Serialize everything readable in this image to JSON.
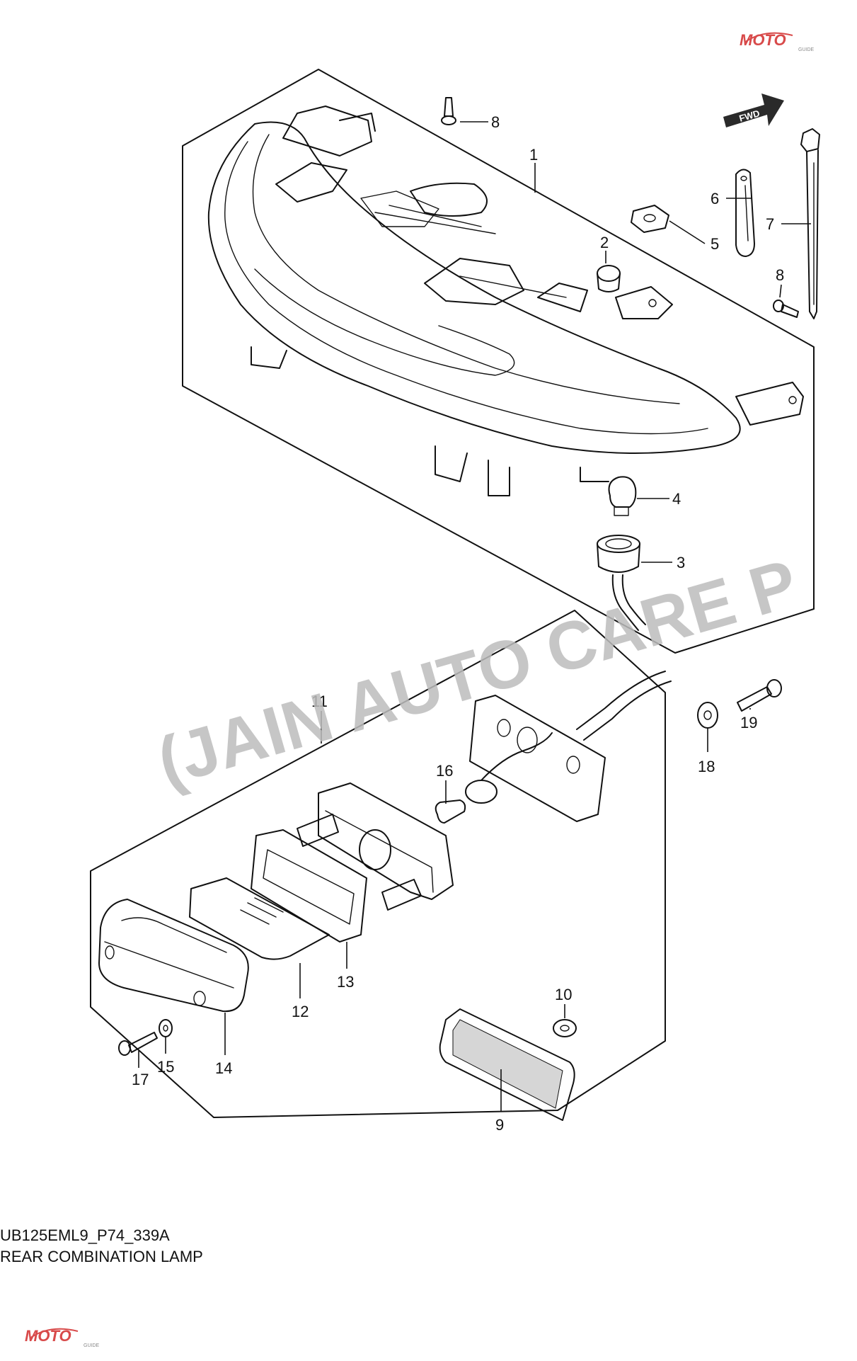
{
  "watermark": {
    "text": "(JAIN AUTO CARE P"
  },
  "logo": {
    "text": "MOTO",
    "sub": "GUIDE"
  },
  "diagram": {
    "code": "UB125EML9_P74_339A",
    "title": "REAR COMBINATION LAMP",
    "fwd_label": "FWD",
    "callouts": {
      "c1": "1",
      "c2": "2",
      "c3": "3",
      "c4": "4",
      "c5": "5",
      "c6": "6",
      "c7": "7",
      "c8a": "8",
      "c8b": "8",
      "c9": "9",
      "c10": "10",
      "c11": "11",
      "c12": "12",
      "c13": "13",
      "c14": "14",
      "c15": "15",
      "c16": "16",
      "c17": "17",
      "c18": "18",
      "c19": "19"
    }
  }
}
